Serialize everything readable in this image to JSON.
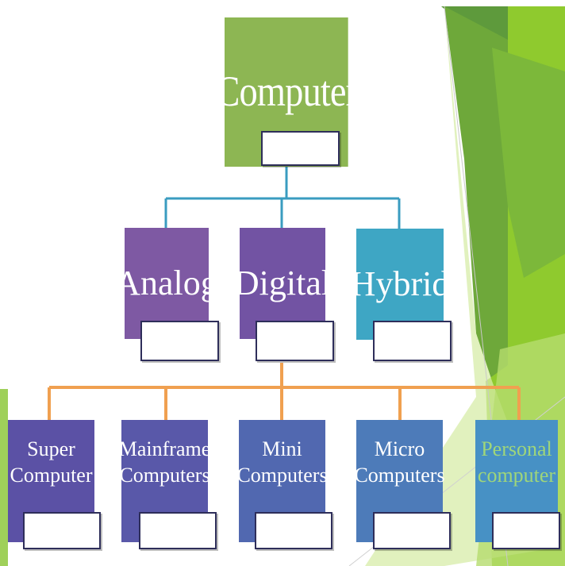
{
  "diagram": {
    "root": {
      "label": "Computer"
    },
    "level2": [
      {
        "label": "Analog"
      },
      {
        "label": "Digital"
      },
      {
        "label": "Hybrid"
      }
    ],
    "level3": [
      {
        "line1": "Super",
        "line2": "Computer"
      },
      {
        "line1": "Mainframe",
        "line2": "Computers"
      },
      {
        "line1": "Mini",
        "line2": "Computers"
      },
      {
        "line1": "Micro",
        "line2": "Computers"
      },
      {
        "line1": "Personal",
        "line2": "computer"
      }
    ]
  },
  "colors": {
    "root": "#8db653",
    "analog": "#7e59a3",
    "digital": "#7253a3",
    "hybrid": "#3ea6c4",
    "connector_level2": "#3a9cc0",
    "connector_level3": "#f0a050",
    "background_accent": "#7bbf2a"
  }
}
